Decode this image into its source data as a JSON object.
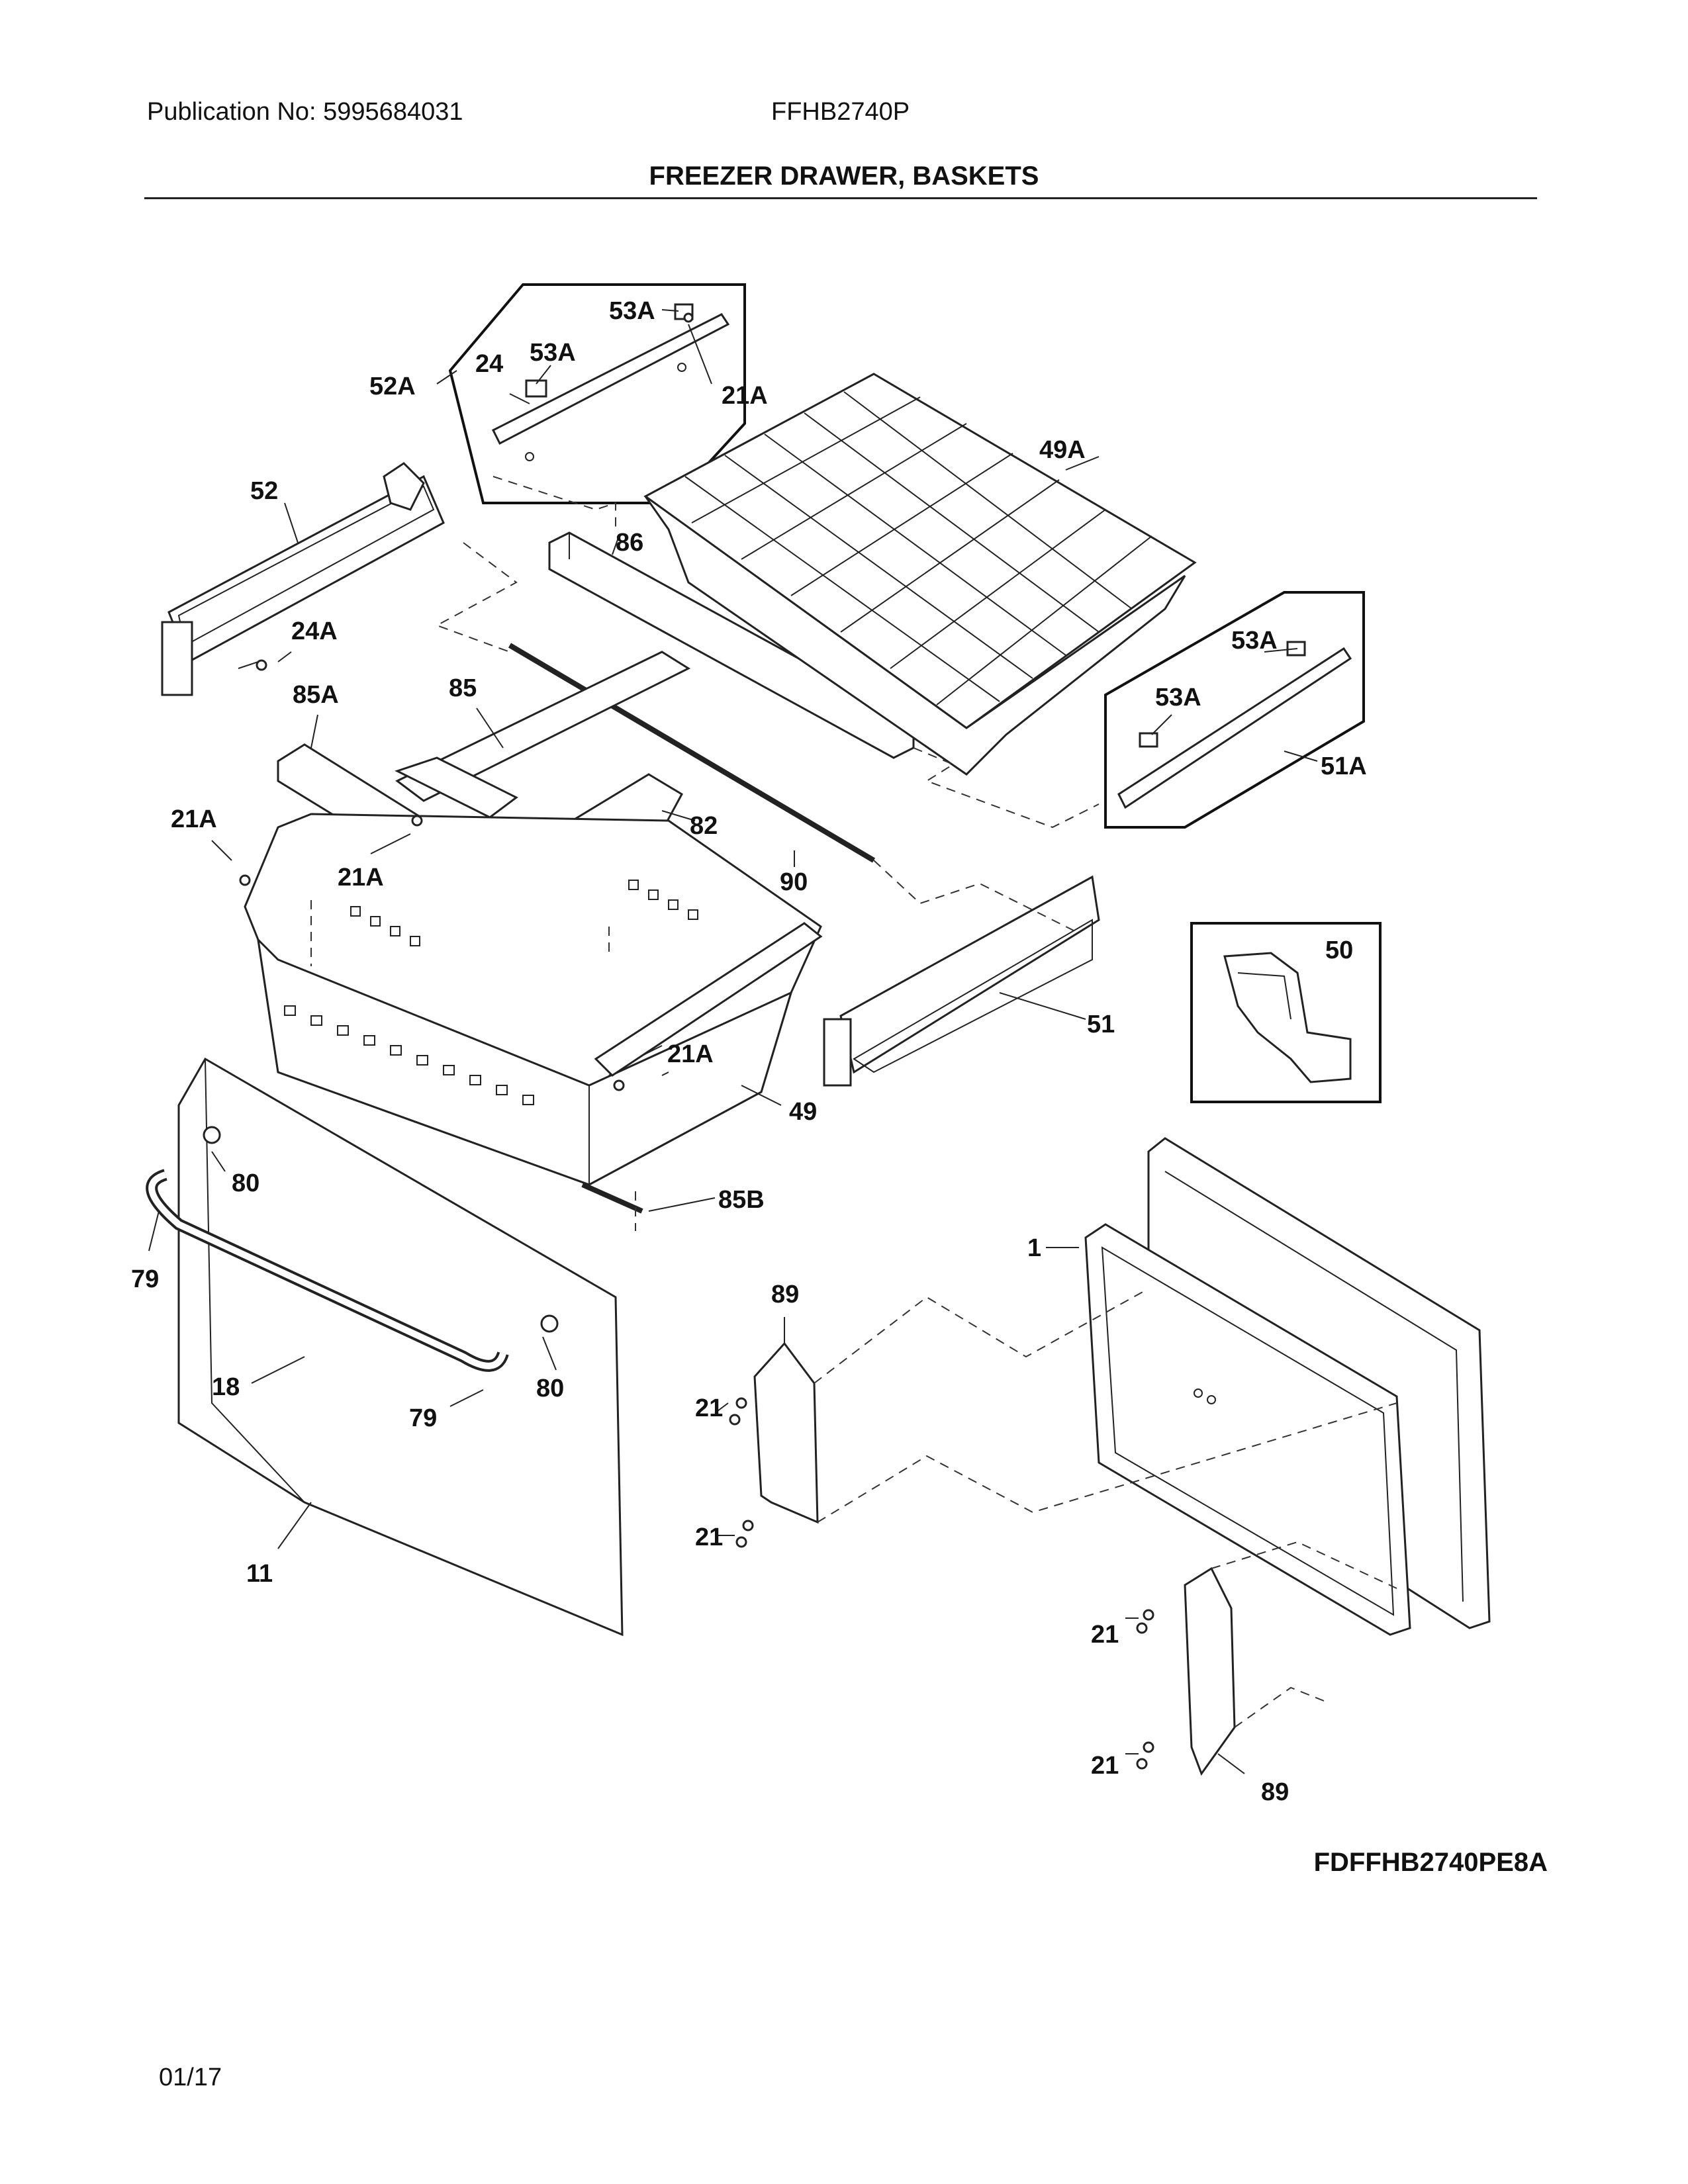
{
  "header": {
    "publication": "Publication No: 5995684031",
    "model": "FFHB2740P",
    "title": "FREEZER DRAWER, BASKETS"
  },
  "footer": {
    "diagram_code": "FDFFHB2740PE8A",
    "page": "01/17"
  },
  "labels": {
    "p53a_top": "53A",
    "p24": "24",
    "p53a_mid": "53A",
    "p52a": "52A",
    "p21a_top": "21A",
    "p49a": "49A",
    "p52": "52",
    "p86": "86",
    "p24a": "24A",
    "p53a_r1": "53A",
    "p53a_r2": "53A",
    "p51a": "51A",
    "p85a": "85A",
    "p85": "85",
    "p82": "82",
    "p21a_left": "21A",
    "p21a_mid": "21A",
    "p90": "90",
    "p50": "50",
    "p51": "51",
    "p21a_low": "21A",
    "p49": "49",
    "p80_top": "80",
    "p85b": "85B",
    "p79_left": "79",
    "p1": "1",
    "p89_top": "89",
    "p18": "18",
    "p79_low": "79",
    "p80_low": "80",
    "p21_a": "21",
    "p21_b": "21",
    "p11": "11",
    "p21_c": "21",
    "p21_d": "21",
    "p89_low": "89"
  }
}
